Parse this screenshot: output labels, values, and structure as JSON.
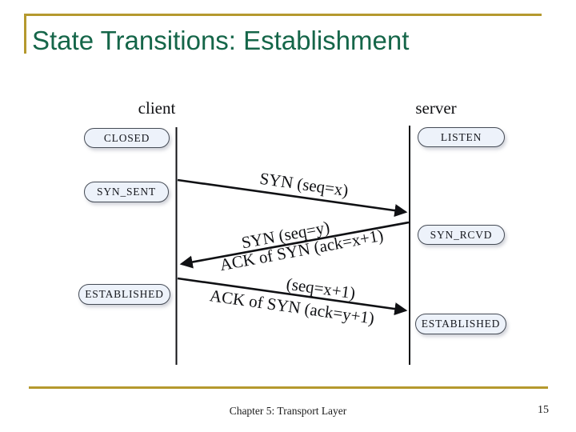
{
  "slide": {
    "title": "State Transitions: Establishment",
    "footer": "Chapter 5: Transport Layer",
    "page_number": "15"
  },
  "diagram": {
    "client_label": "client",
    "server_label": "server",
    "client_states": [
      {
        "label": "CLOSED"
      },
      {
        "label": "SYN_SENT"
      },
      {
        "label": "ESTABLISHED"
      }
    ],
    "server_states": [
      {
        "label": "LISTEN"
      },
      {
        "label": "SYN_RCVD"
      },
      {
        "label": "ESTABLISHED"
      }
    ],
    "messages": [
      {
        "direction": "client-to-server",
        "label": "SYN (seq=x)"
      },
      {
        "direction": "server-to-client",
        "line1": "SYN (seq=y)",
        "line2": "ACK of SYN (ack=x+1)"
      },
      {
        "direction": "client-to-server",
        "line1": "(seq=x+1)",
        "line2": "ACK of SYN (ack=y+1)"
      }
    ]
  },
  "colors": {
    "title_green": "#156649",
    "gold": "#b5992e",
    "state_fill": "#edf2fa",
    "state_border": "#454b55",
    "ink": "#101114"
  }
}
